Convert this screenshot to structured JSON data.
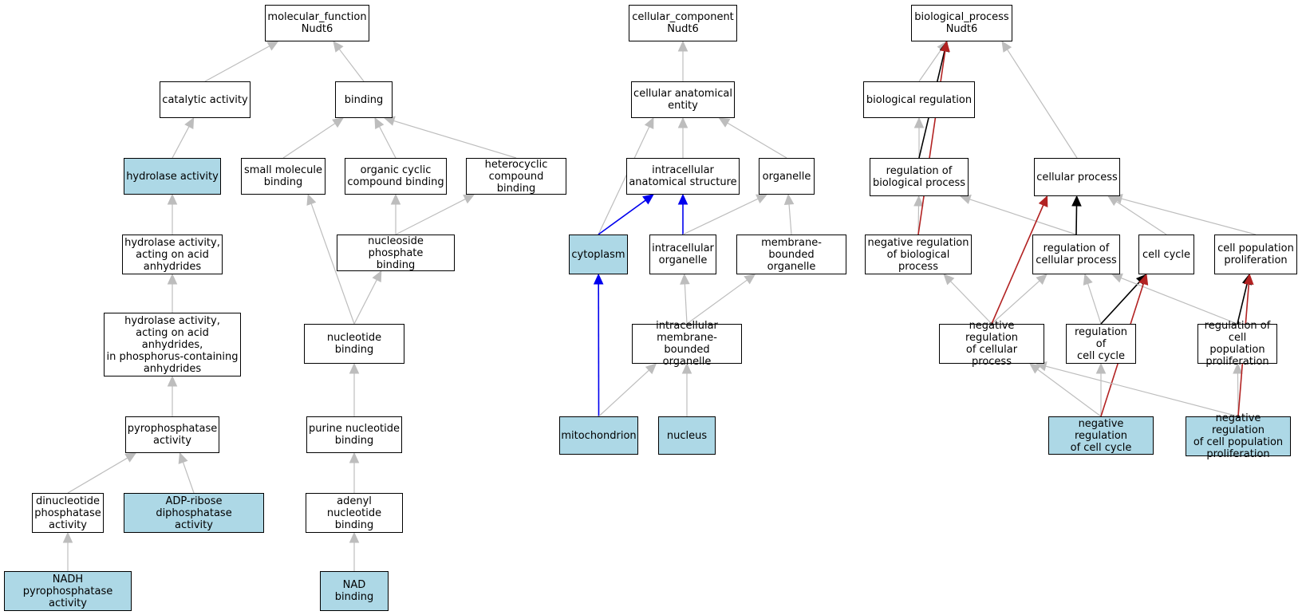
{
  "colors": {
    "highlight_fill": "#add8e6",
    "edge_default": "#bdbdbd",
    "edge_black": "#000000",
    "edge_blue": "#0000ee",
    "edge_red": "#b22222"
  },
  "nodes": {
    "mf_root": {
      "label": "molecular_function\nNudt6",
      "highlighted": false
    },
    "catalytic": {
      "label": "catalytic activity",
      "highlighted": false
    },
    "binding": {
      "label": "binding",
      "highlighted": false
    },
    "hydrolase": {
      "label": "hydrolase activity",
      "highlighted": true
    },
    "small_mol": {
      "label": "small molecule\nbinding",
      "highlighted": false
    },
    "org_cyclic": {
      "label": "organic cyclic\ncompound binding",
      "highlighted": false
    },
    "heterocyclic": {
      "label": "heterocyclic\ncompound binding",
      "highlighted": false
    },
    "hydro_acid": {
      "label": "hydrolase activity,\nacting on acid\nanhydrides",
      "highlighted": false
    },
    "nucleoside_ph": {
      "label": "nucleoside phosphate\nbinding",
      "highlighted": false
    },
    "hydro_phos": {
      "label": "hydrolase activity,\nacting on acid\nanhydrides,\nin phosphorus-containing\nanhydrides",
      "highlighted": false
    },
    "nucleotide": {
      "label": "nucleotide binding",
      "highlighted": false
    },
    "pyrophos": {
      "label": "pyrophosphatase\nactivity",
      "highlighted": false
    },
    "purine": {
      "label": "purine nucleotide\nbinding",
      "highlighted": false
    },
    "dinucleotide": {
      "label": "dinucleotide\nphosphatase\nactivity",
      "highlighted": false
    },
    "adp_ribose": {
      "label": "ADP-ribose diphosphatase\nactivity",
      "highlighted": true
    },
    "adenyl": {
      "label": "adenyl nucleotide\nbinding",
      "highlighted": false
    },
    "nadh": {
      "label": "NADH pyrophosphatase\nactivity",
      "highlighted": true
    },
    "nad": {
      "label": "NAD binding",
      "highlighted": true
    },
    "cc_root": {
      "label": "cellular_component\nNudt6",
      "highlighted": false
    },
    "cell_anat": {
      "label": "cellular anatomical\nentity",
      "highlighted": false
    },
    "ic_anat": {
      "label": "intracellular\nanatomical structure",
      "highlighted": false
    },
    "organelle": {
      "label": "organelle",
      "highlighted": false
    },
    "cytoplasm": {
      "label": "cytoplasm",
      "highlighted": true
    },
    "ic_organelle": {
      "label": "intracellular\norganelle",
      "highlighted": false
    },
    "mb_organelle": {
      "label": "membrane-bounded\norganelle",
      "highlighted": false
    },
    "ic_mb_organelle": {
      "label": "intracellular\nmembrane-bounded\norganelle",
      "highlighted": false
    },
    "mito": {
      "label": "mitochondrion",
      "highlighted": true
    },
    "nucleus": {
      "label": "nucleus",
      "highlighted": true
    },
    "bp_root": {
      "label": "biological_process\nNudt6",
      "highlighted": false
    },
    "bio_reg": {
      "label": "biological regulation",
      "highlighted": false
    },
    "reg_bio": {
      "label": "regulation of\nbiological process",
      "highlighted": false
    },
    "cell_proc": {
      "label": "cellular process",
      "highlighted": false
    },
    "neg_reg_bio": {
      "label": "negative regulation\nof biological\nprocess",
      "highlighted": false
    },
    "reg_cell": {
      "label": "regulation of\ncellular process",
      "highlighted": false
    },
    "cell_cycle": {
      "label": "cell cycle",
      "highlighted": false
    },
    "cell_pop": {
      "label": "cell population\nproliferation",
      "highlighted": false
    },
    "neg_reg_cell": {
      "label": "negative regulation\nof cellular\nprocess",
      "highlighted": false
    },
    "reg_cc": {
      "label": "regulation of\ncell cycle",
      "highlighted": false
    },
    "reg_cpp": {
      "label": "regulation of\ncell population\nproliferation",
      "highlighted": false
    },
    "neg_reg_cc": {
      "label": "negative regulation\nof cell cycle",
      "highlighted": true
    },
    "neg_reg_cpp": {
      "label": "negative regulation\nof cell population\nproliferation",
      "highlighted": true
    }
  },
  "edges": [
    {
      "from": "catalytic",
      "to": "mf_root",
      "type": "default"
    },
    {
      "from": "binding",
      "to": "mf_root",
      "type": "default"
    },
    {
      "from": "hydrolase",
      "to": "catalytic",
      "type": "default"
    },
    {
      "from": "small_mol",
      "to": "binding",
      "type": "default"
    },
    {
      "from": "org_cyclic",
      "to": "binding",
      "type": "default"
    },
    {
      "from": "heterocyclic",
      "to": "binding",
      "type": "default"
    },
    {
      "from": "hydro_acid",
      "to": "hydrolase",
      "type": "default"
    },
    {
      "from": "nucleoside_ph",
      "to": "org_cyclic",
      "type": "default"
    },
    {
      "from": "nucleoside_ph",
      "to": "heterocyclic",
      "type": "default"
    },
    {
      "from": "hydro_phos",
      "to": "hydro_acid",
      "type": "default"
    },
    {
      "from": "nucleotide",
      "to": "small_mol",
      "type": "default"
    },
    {
      "from": "nucleotide",
      "to": "nucleoside_ph",
      "type": "default"
    },
    {
      "from": "pyrophos",
      "to": "hydro_phos",
      "type": "default"
    },
    {
      "from": "purine",
      "to": "nucleotide",
      "type": "default"
    },
    {
      "from": "dinucleotide",
      "to": "pyrophos",
      "type": "default"
    },
    {
      "from": "adp_ribose",
      "to": "pyrophos",
      "type": "default"
    },
    {
      "from": "adenyl",
      "to": "purine",
      "type": "default"
    },
    {
      "from": "nadh",
      "to": "dinucleotide",
      "type": "default"
    },
    {
      "from": "nad",
      "to": "adenyl",
      "type": "default"
    },
    {
      "from": "cell_anat",
      "to": "cc_root",
      "type": "default"
    },
    {
      "from": "ic_anat",
      "to": "cell_anat",
      "type": "default"
    },
    {
      "from": "organelle",
      "to": "cell_anat",
      "type": "default"
    },
    {
      "from": "cytoplasm",
      "to": "cell_anat",
      "type": "default"
    },
    {
      "from": "cytoplasm",
      "to": "ic_anat",
      "type": "blue"
    },
    {
      "from": "ic_organelle",
      "to": "ic_anat",
      "type": "blue"
    },
    {
      "from": "ic_organelle",
      "to": "organelle",
      "type": "default"
    },
    {
      "from": "mb_organelle",
      "to": "organelle",
      "type": "default"
    },
    {
      "from": "ic_mb_organelle",
      "to": "ic_organelle",
      "type": "default"
    },
    {
      "from": "ic_mb_organelle",
      "to": "mb_organelle",
      "type": "default"
    },
    {
      "from": "mito",
      "to": "cytoplasm",
      "type": "blue"
    },
    {
      "from": "mito",
      "to": "ic_mb_organelle",
      "type": "default"
    },
    {
      "from": "nucleus",
      "to": "ic_mb_organelle",
      "type": "default"
    },
    {
      "from": "bio_reg",
      "to": "bp_root",
      "type": "default"
    },
    {
      "from": "cell_proc",
      "to": "bp_root",
      "type": "default"
    },
    {
      "from": "reg_bio",
      "to": "bio_reg",
      "type": "default"
    },
    {
      "from": "reg_bio",
      "to": "bp_root",
      "type": "black"
    },
    {
      "from": "neg_reg_bio",
      "to": "reg_bio",
      "type": "default"
    },
    {
      "from": "neg_reg_bio",
      "to": "bp_root",
      "type": "red"
    },
    {
      "from": "reg_cell",
      "to": "reg_bio",
      "type": "default"
    },
    {
      "from": "reg_cell",
      "to": "cell_proc",
      "type": "black"
    },
    {
      "from": "cell_cycle",
      "to": "cell_proc",
      "type": "default"
    },
    {
      "from": "cell_pop",
      "to": "cell_proc",
      "type": "default"
    },
    {
      "from": "neg_reg_cell",
      "to": "neg_reg_bio",
      "type": "default"
    },
    {
      "from": "neg_reg_cell",
      "to": "reg_cell",
      "type": "default"
    },
    {
      "from": "neg_reg_cell",
      "to": "cell_proc",
      "type": "red"
    },
    {
      "from": "reg_cc",
      "to": "reg_cell",
      "type": "default"
    },
    {
      "from": "reg_cc",
      "to": "cell_cycle",
      "type": "black"
    },
    {
      "from": "reg_cpp",
      "to": "reg_cell",
      "type": "default"
    },
    {
      "from": "reg_cpp",
      "to": "cell_pop",
      "type": "black"
    },
    {
      "from": "neg_reg_cc",
      "to": "neg_reg_cell",
      "type": "default"
    },
    {
      "from": "neg_reg_cc",
      "to": "reg_cc",
      "type": "default"
    },
    {
      "from": "neg_reg_cc",
      "to": "cell_cycle",
      "type": "red"
    },
    {
      "from": "neg_reg_cpp",
      "to": "neg_reg_cell",
      "type": "default"
    },
    {
      "from": "neg_reg_cpp",
      "to": "reg_cpp",
      "type": "default"
    },
    {
      "from": "neg_reg_cpp",
      "to": "cell_pop",
      "type": "red"
    }
  ]
}
